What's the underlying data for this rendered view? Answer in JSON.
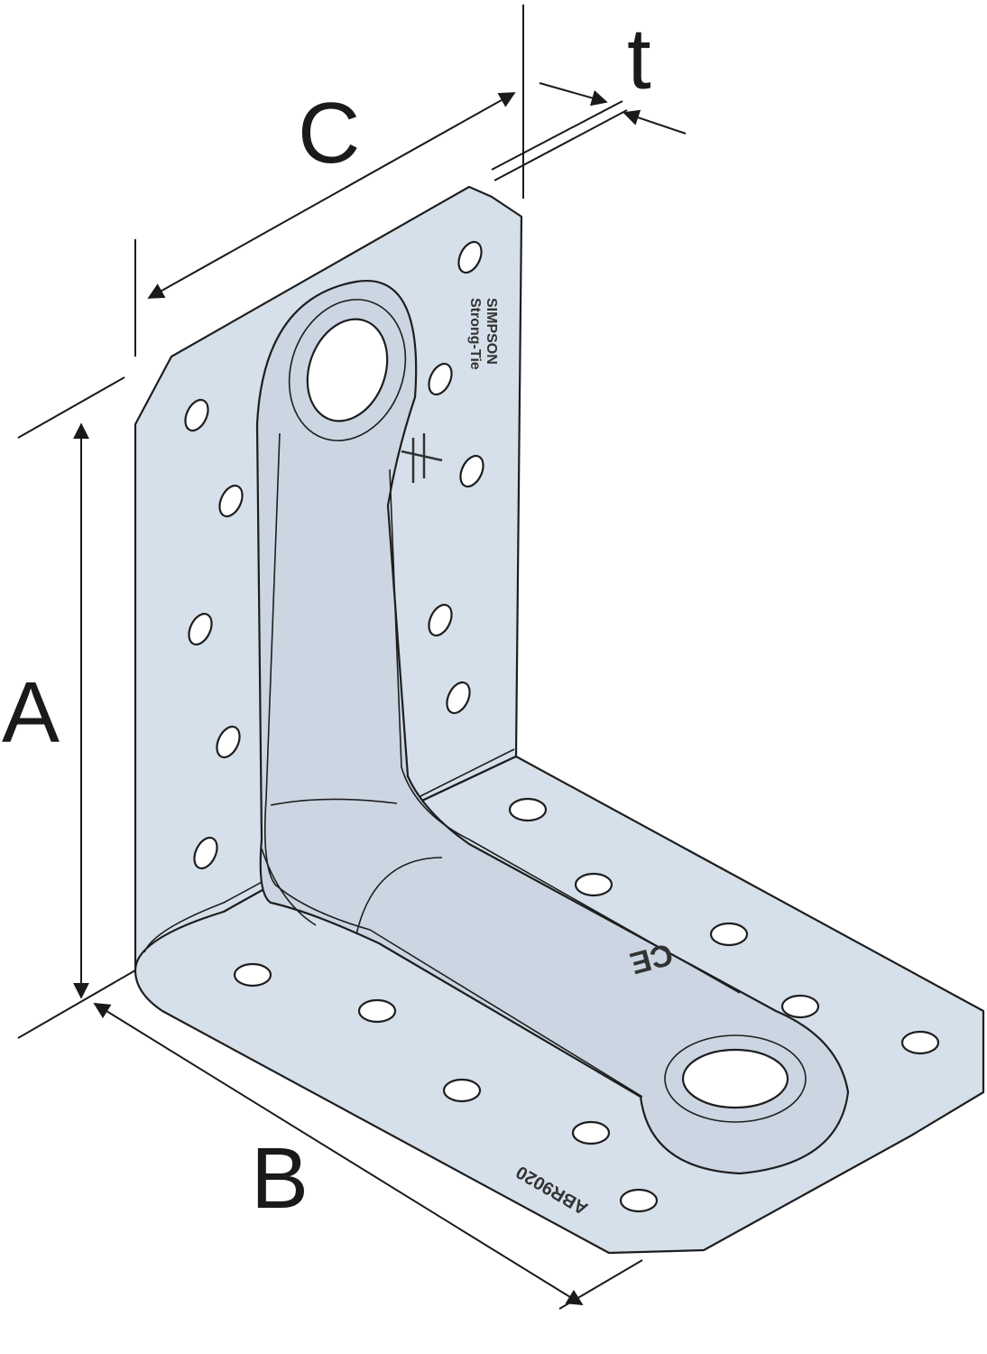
{
  "diagram": {
    "dimension_labels": {
      "a": "A",
      "b": "B",
      "c": "C",
      "t": "t"
    },
    "embossed_text": {
      "product_code": "ABR9020",
      "brand_line_1": "SIMPSON",
      "brand_line_2": "Strong-Tie",
      "ce_mark": "CE"
    },
    "colors": {
      "metal_face": "#d6e0ea",
      "metal_shade": "#c5d1dd",
      "outline": "#1e1e1e",
      "dimension_lines": "#1a1a1a",
      "background": "#ffffff"
    }
  }
}
